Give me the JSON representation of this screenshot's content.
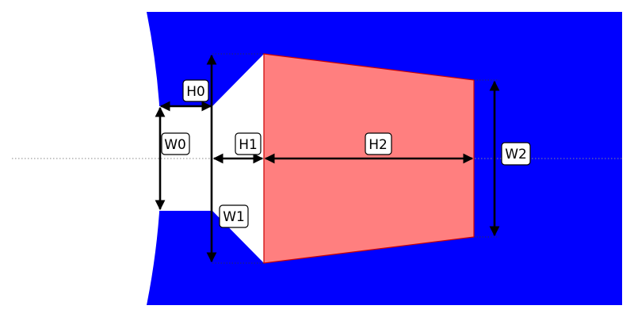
{
  "colors": {
    "background": "#ffffff",
    "wall": "#0000ff",
    "cavity": "#ffffff",
    "taper": "#ff7f7f",
    "taper_edge": "#cc0000",
    "dimension_line": "#000000",
    "axis_line": "#888888"
  },
  "labels": {
    "h0": "H0",
    "w0": "W0",
    "h1": "H1",
    "w1": "W1",
    "h2": "H2",
    "w2": "W2"
  }
}
